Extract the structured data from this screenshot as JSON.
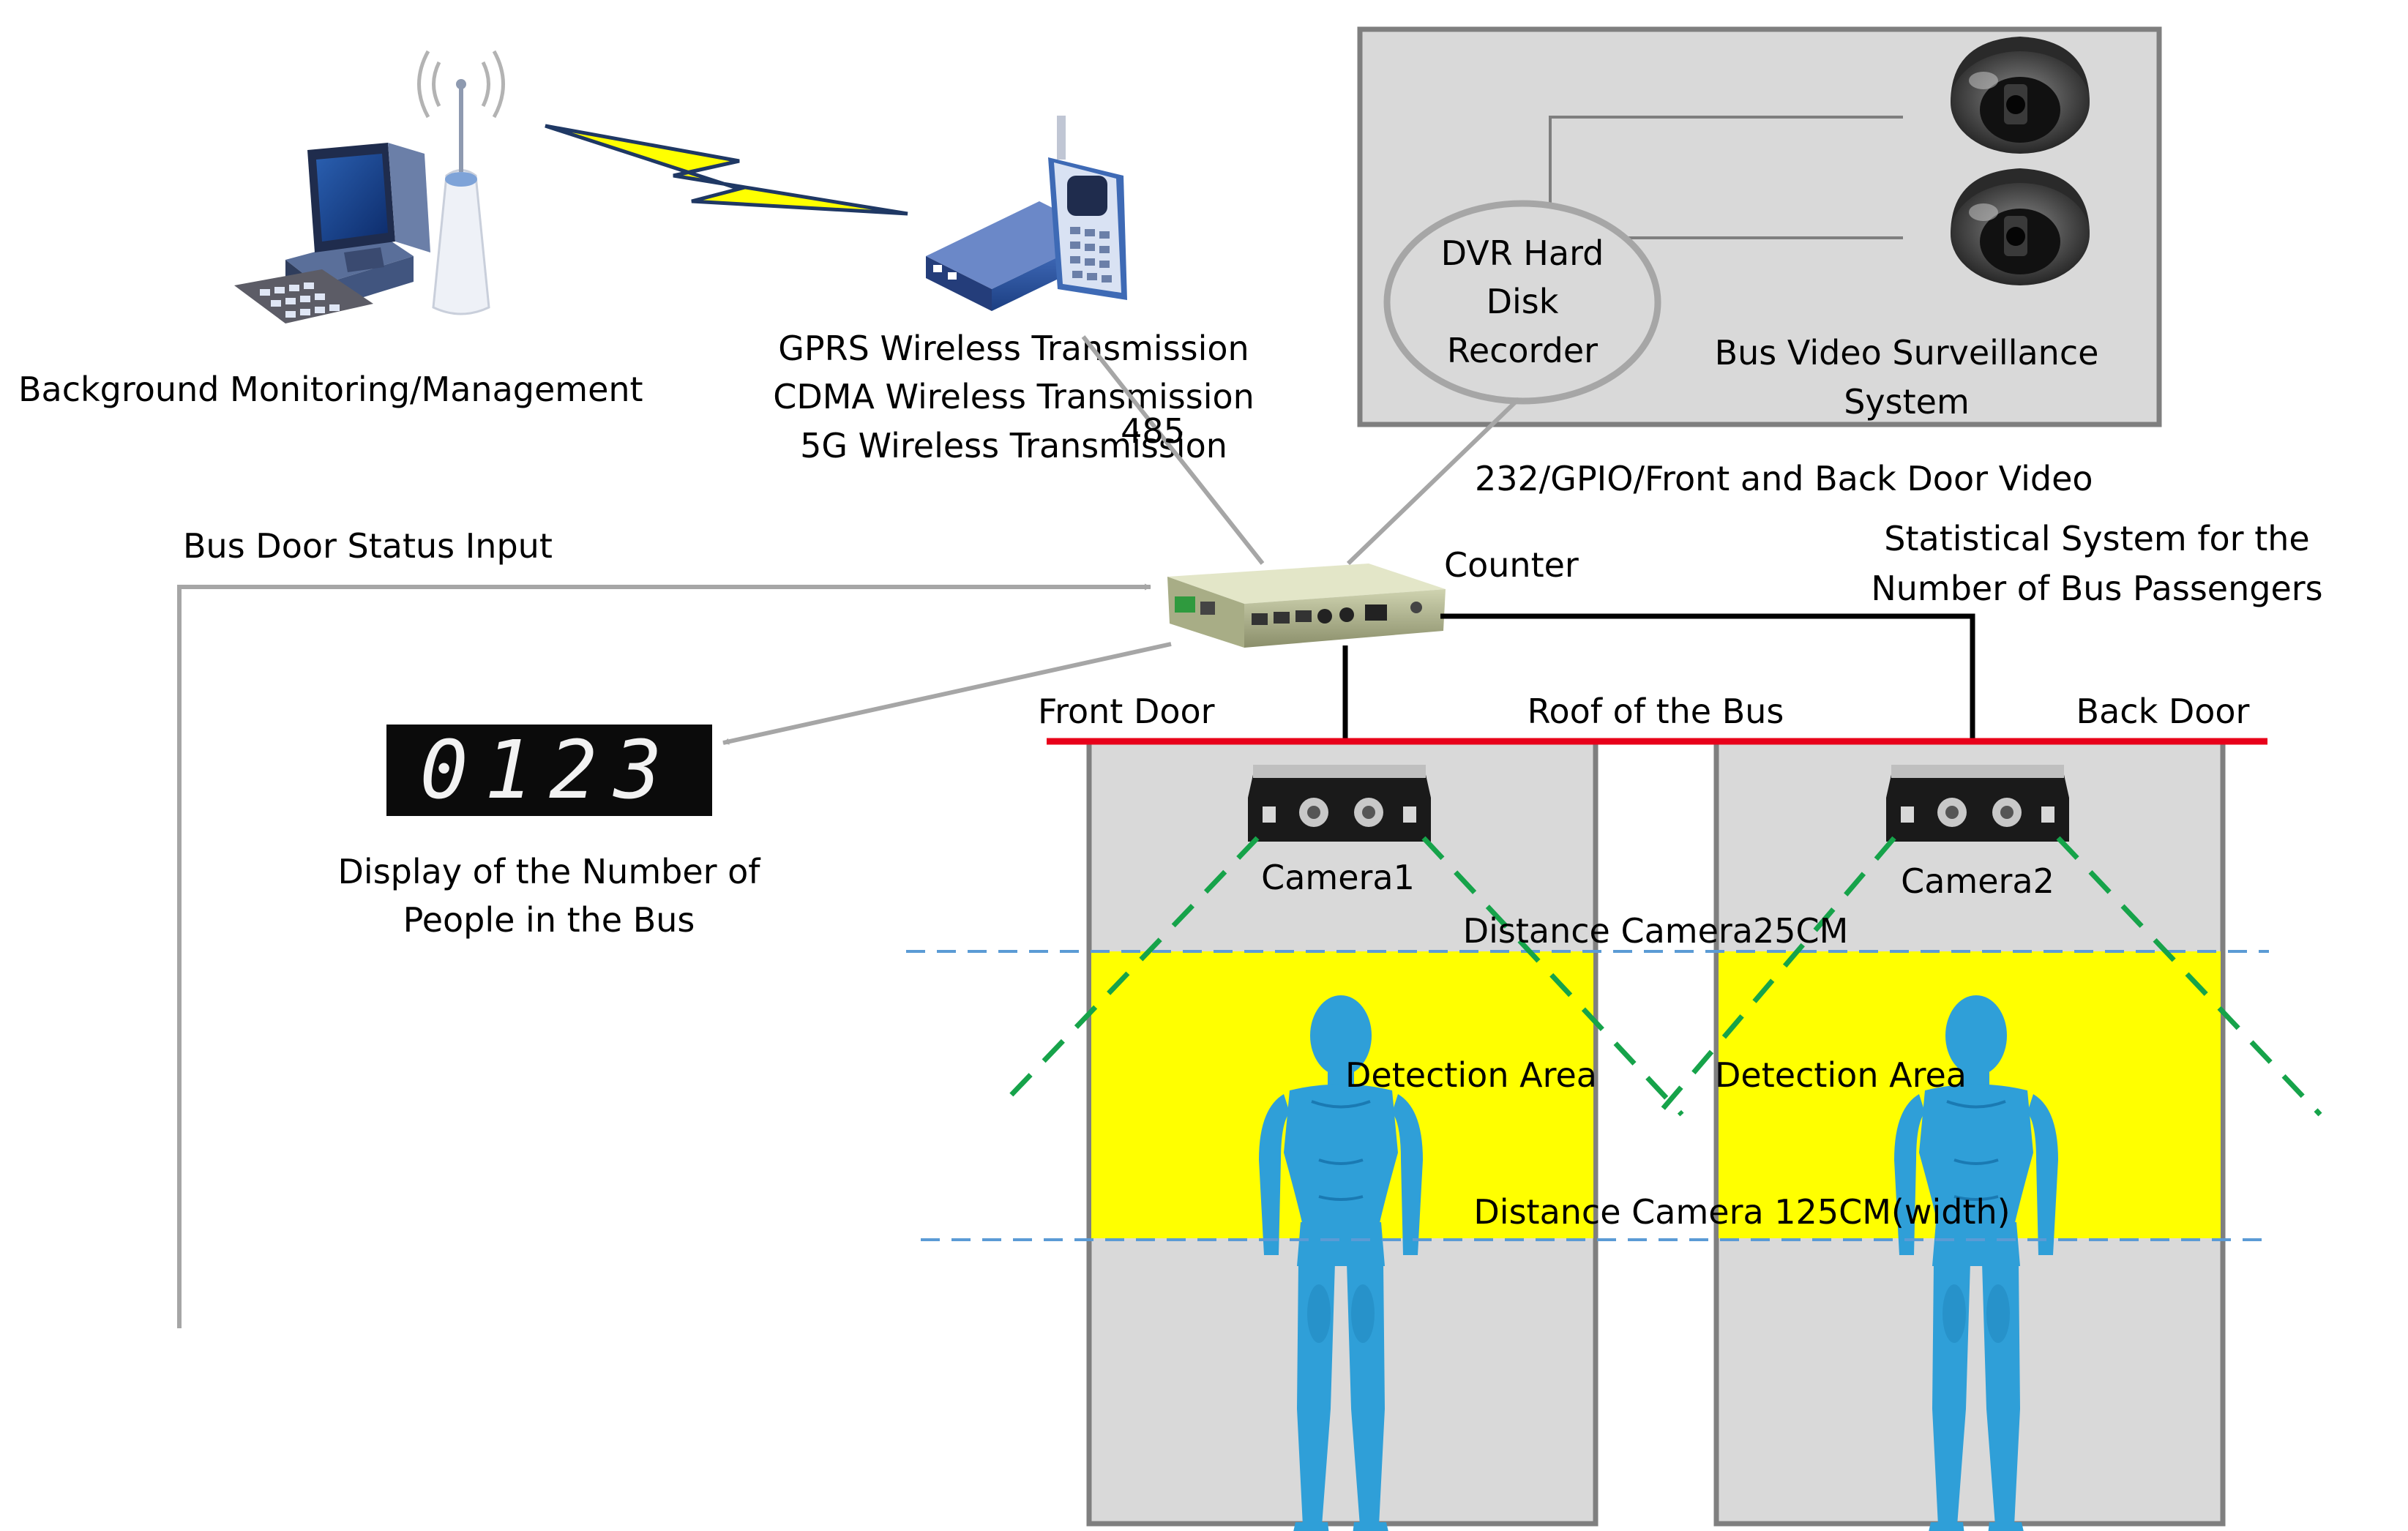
{
  "background_monitoring": {
    "label": "Background Monitoring/Management",
    "icons": [
      "computer-icon",
      "antenna-icon"
    ]
  },
  "wireless_link": {
    "lines": [
      "GPRS Wireless Transmission",
      "CDMA Wireless Transmission",
      "5G Wireless Transmission"
    ],
    "icons": [
      "lightning-icon",
      "modem-icon",
      "mobile-phone-icon"
    ]
  },
  "link_485": "485",
  "dvr_system": {
    "recorder_label": [
      "DVR Hard",
      "Disk",
      "Recorder"
    ],
    "system_label": [
      "Bus Video Surveillance",
      "System"
    ],
    "icons": [
      "dome-camera-icon",
      "dome-camera-icon"
    ]
  },
  "video_link_label": "232/GPIO/Front and Back Door Video",
  "bus_door_status_label": "Bus Door Status Input",
  "counter_label": "Counter",
  "statistical_system_label": [
    "Statistical System for the",
    "Number of Bus Passengers"
  ],
  "people_display": {
    "digits": "0123",
    "label": [
      "Display of the Number of",
      "People in the Bus"
    ]
  },
  "bus": {
    "front_door": "Front Door",
    "roof": "Roof of the Bus",
    "back_door": "Back Door"
  },
  "cameras": [
    {
      "label": "Camera1"
    },
    {
      "label": "Camera2"
    }
  ],
  "distance_top_label": "Distance Camera25CM",
  "detection_area_label": "Detection Area",
  "distance_bottom_label": "Distance Camera 125CM(width)",
  "colors": {
    "roof_line": "#e8001a",
    "detection_area": "#ffff00",
    "door_panel": "#d9d9d9",
    "dashed_reference": "#5b9bd5",
    "camera_fov": "#16a34a",
    "person": "#2f9fd8",
    "lightning": "#ffff00"
  }
}
